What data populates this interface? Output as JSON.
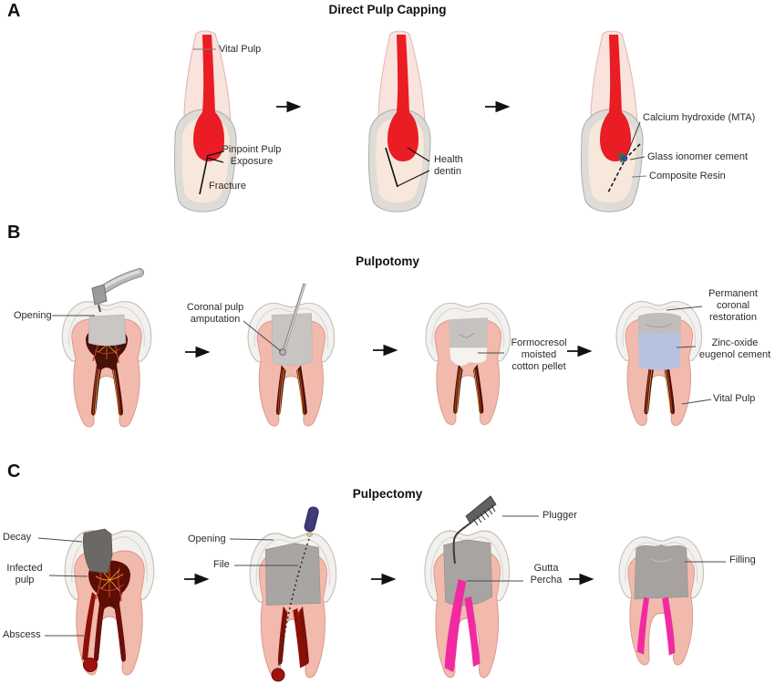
{
  "figure": {
    "panels": {
      "a": {
        "letter": "A",
        "title": "Direct Pulp Capping",
        "labels": {
          "vital_pulp": "Vital Pulp",
          "pinpoint_exposure": "Pinpoint Pulp Exposure",
          "fracture": "Fracture",
          "health_dentin": "Health dentin",
          "calcium_hydroxide": "Calcium hydroxide (MTA)",
          "glass_ionomer": "Glass ionomer cement",
          "composite_resin": "Composite Resin"
        }
      },
      "b": {
        "letter": "B",
        "title": "Pulpotomy",
        "labels": {
          "opening": "Opening",
          "coronal_amputation": "Coronal pulp amputation",
          "formocresol": "Formocresol moisted cotton pellet",
          "permanent_restoration": "Permanent coronal restoration",
          "zinc_oxide": "Zinc-oxide eugenol cement",
          "vital_pulp": "Vital Pulp"
        }
      },
      "c": {
        "letter": "C",
        "title": "Pulpectomy",
        "labels": {
          "decay": "Decay",
          "infected_pulp": "Infected pulp",
          "abscess": "Abscess",
          "opening": "Opening",
          "file": "File",
          "plugger": "Plugger",
          "gutta_percha": "Gutta Percha",
          "filling": "Filling"
        }
      }
    }
  },
  "palette": {
    "pulp_red": "#ea1c24",
    "dentin": "#f2b9ad",
    "enamel": "#f3f1ee",
    "chamber": "#471008",
    "infected": "#5c0e06",
    "abscess": "#a01210",
    "decay": "#6c6866",
    "resto": "#c5c2c0",
    "zinc": "#b7c2e1",
    "gutta": "#f02ba2",
    "file_navy": "#3e3b78",
    "metal": "#9e9e9e"
  }
}
